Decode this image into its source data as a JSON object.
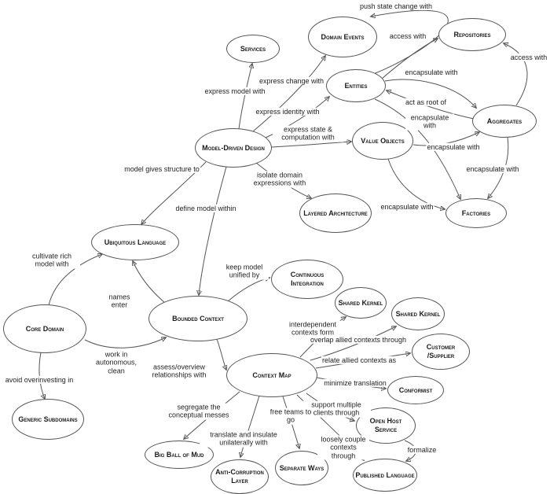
{
  "colors": {
    "background": "#ffffff",
    "node_stroke": "#555555",
    "edge_stroke": "#555555",
    "text": "#1a1a1a"
  },
  "nodes": [
    {
      "id": "services",
      "label": "Services"
    },
    {
      "id": "domain-events",
      "label": "Domain Events"
    },
    {
      "id": "repositories",
      "label": "Repositories"
    },
    {
      "id": "entities",
      "label": "Entities"
    },
    {
      "id": "aggregates",
      "label": "Aggregates"
    },
    {
      "id": "value-objects",
      "label": "Value Objects"
    },
    {
      "id": "model-driven-design",
      "label": "Model-Driven Design"
    },
    {
      "id": "layered-architecture",
      "label": "Layered Architecture"
    },
    {
      "id": "factories",
      "label": "Factories"
    },
    {
      "id": "ubiquitous-language",
      "label": "Ubiquitous Language"
    },
    {
      "id": "continuous-integration",
      "label": "Continuous Integration"
    },
    {
      "id": "shared-kernel-upper",
      "label": "Shared Kernel"
    },
    {
      "id": "shared-kernel-lower",
      "label": "Shared Kernel"
    },
    {
      "id": "core-domain",
      "label": "Core Domain"
    },
    {
      "id": "bounded-context",
      "label": "Bounded Context"
    },
    {
      "id": "customer-supplier",
      "label": "Customer /Supplier"
    },
    {
      "id": "context-map",
      "label": "Context Map"
    },
    {
      "id": "conformist",
      "label": "Conformist"
    },
    {
      "id": "open-host-service",
      "label": "Open Host Service"
    },
    {
      "id": "generic-subdomains",
      "label": "Generic Subdomains"
    },
    {
      "id": "big-ball-of-mud",
      "label": "Big Ball of Mud"
    },
    {
      "id": "anti-corruption-layer",
      "label": "Anti-Corruption Layer"
    },
    {
      "id": "separate-ways",
      "label": "Separate Ways"
    },
    {
      "id": "published-language",
      "label": "Published Language"
    }
  ],
  "edges": [
    {
      "from": "entities",
      "to": "domain-events",
      "label": "push state change with"
    },
    {
      "from": "entities",
      "to": "repositories",
      "label": "access with"
    },
    {
      "from": "aggregates",
      "to": "repositories",
      "label": "access with"
    },
    {
      "from": "model-driven-design",
      "to": "services",
      "label": "express model with"
    },
    {
      "from": "model-driven-design",
      "to": "domain-events",
      "label": "express change with"
    },
    {
      "from": "model-driven-design",
      "to": "entities",
      "label": "express identity with"
    },
    {
      "from": "model-driven-design",
      "to": "value-objects",
      "label": "express state & computation with"
    },
    {
      "from": "model-driven-design",
      "to": "layered-architecture",
      "label": "isolate domain expressions with"
    },
    {
      "from": "model-driven-design",
      "to": "ubiquitous-language",
      "label": "model gives structure to"
    },
    {
      "from": "model-driven-design",
      "to": "bounded-context",
      "label": "define model within"
    },
    {
      "from": "entities",
      "to": "aggregates",
      "label": "encapsulate with"
    },
    {
      "from": "aggregates",
      "to": "entities",
      "label": "act as root of"
    },
    {
      "from": "entities",
      "to": "factories",
      "label": "encapsulate with"
    },
    {
      "from": "value-objects",
      "to": "aggregates",
      "label": "encapsulate with"
    },
    {
      "from": "aggregates",
      "to": "factories",
      "label": "encapsulate with"
    },
    {
      "from": "value-objects",
      "to": "factories",
      "label": "encapsulate with"
    },
    {
      "from": "core-domain",
      "to": "ubiquitous-language",
      "label": "cultivate rich model with"
    },
    {
      "from": "bounded-context",
      "to": "ubiquitous-language",
      "label": "names enter"
    },
    {
      "from": "core-domain",
      "to": "bounded-context",
      "label": "work in autonomous, clean"
    },
    {
      "from": "core-domain",
      "to": "generic-subdomains",
      "label": "avoid overinvesting in"
    },
    {
      "from": "bounded-context",
      "to": "continuous-integration",
      "label": "keep model unified by"
    },
    {
      "from": "bounded-context",
      "to": "context-map",
      "label": "assess/overview relationships with"
    },
    {
      "from": "context-map",
      "to": "shared-kernel-upper",
      "label": "interdependent contexts form"
    },
    {
      "from": "context-map",
      "to": "shared-kernel-lower",
      "label": "overlap allied contexts through"
    },
    {
      "from": "context-map",
      "to": "customer-supplier",
      "label": "relate allied contexts as"
    },
    {
      "from": "context-map",
      "to": "conformist",
      "label": "minimize translation"
    },
    {
      "from": "context-map",
      "to": "open-host-service",
      "label": "support multiple clients through"
    },
    {
      "from": "context-map",
      "to": "separate-ways",
      "label": "free teams to go"
    },
    {
      "from": "context-map",
      "to": "anti-corruption-layer",
      "label": "translate and insulate unilaterally with"
    },
    {
      "from": "context-map",
      "to": "big-ball-of-mud",
      "label": "segregate the conceptual messes"
    },
    {
      "from": "context-map",
      "to": "published-language",
      "label": "loosely couple contexts through"
    },
    {
      "from": "open-host-service",
      "to": "published-language",
      "label": "formalize"
    }
  ]
}
